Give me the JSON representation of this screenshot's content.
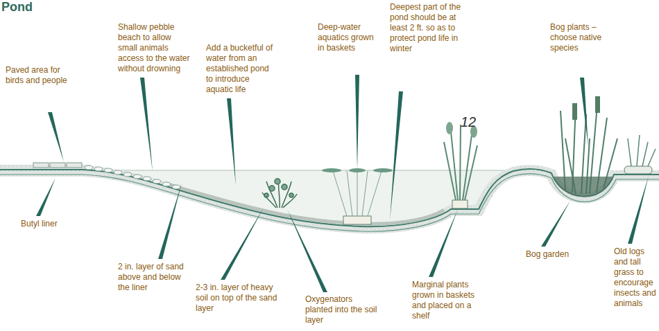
{
  "diagram": {
    "title": "Pond",
    "labels": [
      "Paved area for birds and people",
      "Shallow pebble beach to allow small animals access to the water without drowning",
      "Add a bucketful of water from an established pond to introduce aquatic life",
      "Deep-water aquatics grown in baskets",
      "Deepest part of the pond should be at least 2 ft. so as to protect pond life in winter",
      "Bog plants – choose native species",
      "12",
      "Butyl liner",
      "2 in. layer of sand above and below the liner",
      "2-3 in. layer of heavy soil on top of the sand layer",
      "Oxygenators planted into the soil layer",
      "Marginal plants grown in baskets and placed on a shelf",
      "Bog garden",
      "Old logs and tall grass to encourage insects and animals"
    ]
  }
}
